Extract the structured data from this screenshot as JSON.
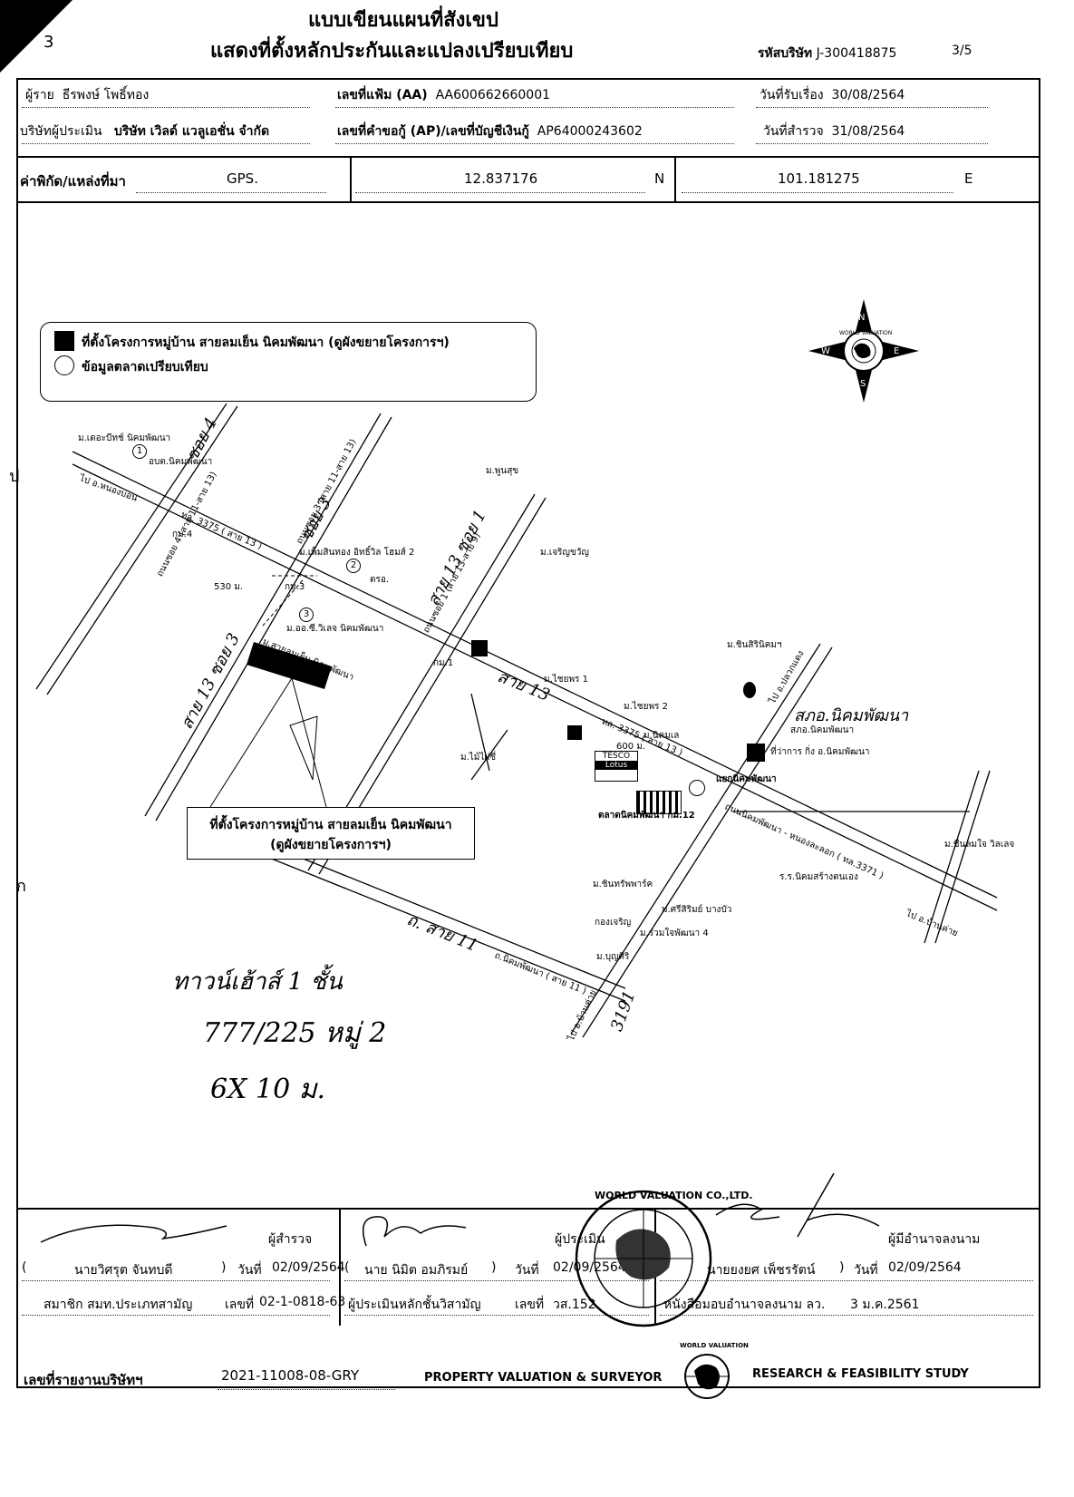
{
  "header": {
    "title_line1": "แบบเขียนแผนที่สังเขป",
    "title_line2": "แสดงที่ตั้งหลักประกันและแปลงเปรียบเทียบ",
    "company_code_label": "รหัสบริษัท",
    "company_code": "J-300418875",
    "page": "3/5",
    "corner_mark": "3"
  },
  "info": {
    "client_label": "ผู้ราย",
    "client_name": "ธีรพงษ์ โพธิ์ทอง",
    "file_no_label": "เลขที่แฟ้ม (AA)",
    "file_no": "AA600662660001",
    "received_label": "วันที่รับเรื่อง",
    "received_date": "30/08/2564",
    "appraiser_label": "บริษัทผู้ประเมิน",
    "appraiser_company": "บริษัท เวิลด์ แวลูเอชั่น จำกัด",
    "loan_label": "เลขที่คำขอกู้ (AP)/เลขที่บัญชีเงินกู้",
    "loan_no": "AP64000243602",
    "survey_label": "วันที่สำรวจ",
    "survey_date": "31/08/2564"
  },
  "coords": {
    "label": "ค่าพิกัด/แหล่งที่มา",
    "source": "GPS.",
    "lat": "12.837176",
    "lat_dir": "N",
    "lon": "101.181275",
    "lon_dir": "E"
  },
  "legend": {
    "item1": "ที่ตั้งโครงการหมู่บ้าน สายลมเย็น นิคมพัฒนา (ดูผังขยายโครงการฯ)",
    "item2": "ข้อมูลตลาดเปรียบเทียบ"
  },
  "compass": {
    "n": "N",
    "s": "S",
    "e": "E",
    "w": "W",
    "brand": "WORLD VALUATION"
  },
  "map": {
    "callout_line1": "ที่ตั้งโครงการหมู่บ้าน สายลมเย็น นิคมพัฒนา",
    "callout_line2": "(ดูผังขยายโครงการฯ)",
    "road_main": "ทล. 3375 ( สาย 13 )",
    "road_main2": "ทล. 3375 ( สาย 13 )",
    "to_nongmon": "ไป อ.หนองบอน",
    "to_bankhai": "ไป อ.บ้านค่าย",
    "to_plaakdaeng": "ไป อ.ปลวกแดง",
    "to_south": "ไป อ.บ้านค่าย",
    "poi_1": "ม.เดอะบีทช์ นิคมพัฒนา",
    "poi_obt": "อบต.นิคมพัฒนา",
    "poi_2": "ม.เพ็มสินทอง อิทธิ์วิล โฮมส์ 2",
    "poi_3": "ม.ออ.ซี.วิเลจ นิคมพัฒนา",
    "poi_km4": "กม.4",
    "poi_km3": "กม.3",
    "poi_km1": "กม.1",
    "poi_police": "ตรอ.",
    "poi_530": "530 ม.",
    "poi_project": "ม.สายลมเย็น นิคมพัฒนา",
    "poi_poonsuk": "ม.พูนสุข",
    "poi_charoen": "ม.เจริญขวัญ",
    "poi_chaiyaporn": "ม.ไชยพร 1",
    "poi_chaiyaporn2": "ม.ไชยพร 2",
    "poi_niramon": "ม.นิคมเล",
    "poi_maipao": "ม.ไม้ไผ่ซี่",
    "poi_600": "600 ม.",
    "poi_tesco": "TESCO",
    "poi_lotus": "Lotus",
    "poi_market": "ตลาดนิคมพัฒนา กม.12",
    "poi_junction": "แยกนิคมพัฒนา",
    "poi_police2": "สภอ.นิคมพัฒนา",
    "poi_district": "ที่ว่าการ กิ่ง อ.นิคมพัฒนา",
    "poi_sirinikom": "ม.ชินสิรินิคมฯ",
    "poi_school": "ร.ร.นิคมสร้างตนเอง",
    "poi_chinpark": "ม.ชินทรัพพาร์ค",
    "poi_charoen2": "กองเจริญ",
    "poi_sirirat": "ม.ศรีสิริมย์ บางบัว",
    "poi_ruamjai": "ม.ร่วมใจพัฒนา 4",
    "poi_boonsri": "ม.บุญศิริ",
    "poi_sinlom": "ม.ชื่นลมใจ วิลเลจ",
    "road_nikom11": "ถ.นิคมพัฒนา ( สาย 11 )",
    "road_nikom": "ถนนนิคมพัฒนา - หนองละลอก ( ทล.3371 )",
    "road_soi1": "ถนนซอย 1 (สาย 13-สาย 9)",
    "road_soi3": "ถนนซอย 3 (สาย 11-สาย 13)",
    "road_soi4": "ถนนซอย 4 (สาย 11-สาย 13)",
    "hw_soi4": "ซอย 4",
    "hw_soi3": "ซอย 3",
    "hw_soi1": "สาย 13 ซอย 1",
    "hw_soi7": "สาย 13 ซอย 3",
    "hw_sai13": "สาย 13",
    "hw_sai11": "ถ. สาย 11",
    "hw_police": "สภอ.นิคมพัฒนา",
    "hw_3191": "3191",
    "note_line1": "ทาวน์เฮ้าส์ 1 ชั้น",
    "note_line2": "777/225 หมู่ 2",
    "note_line3": "6X 10 ม.",
    "side_mark_1": "ป",
    "side_mark_2": "ก"
  },
  "signatures": {
    "surveyor_role": "ผู้สำรวจ",
    "surveyor_name": "นายวิศรุต จันทบดี",
    "surveyor_date_label": "วันที่",
    "surveyor_date": "02/09/2564",
    "surveyor_member": "สมาชิก สมท.ประเภทสามัญ",
    "surveyor_no_label": "เลขที่",
    "surveyor_no": "02-1-0818-63",
    "appraiser_role": "ผู้ประเมิน",
    "appraiser_name": "นาย นิมิต อมภิรมย์",
    "appraiser_date_label": "วันที่",
    "appraiser_date": "02/09/2564",
    "appraiser_level": "ผู้ประเมินหลักชั้นวิสามัญ",
    "appraiser_no_label": "เลขที่",
    "appraiser_no": "วส.152",
    "auth_role": "ผู้มีอำนาจลงนาม",
    "auth_name": "นายยงยศ เพ็ชรรัตน์",
    "auth_date_label": "วันที่",
    "auth_date": "02/09/2564",
    "auth_letter": "หนังสือมอบอำนาจลงนาม ลว.",
    "auth_letter_date": "3 ม.ค.2561",
    "stamp_text": "WORLD VALUATION CO.,LTD."
  },
  "footer": {
    "report_label": "เลขที่รายงานบริษัทฯ",
    "report_no": "2021-11008-08-GRY",
    "service_left": "PROPERTY VALUATION & SURVEYOR",
    "service_right": "RESEARCH & FEASIBILITY STUDY",
    "logo_text": "WORLD VALUATION"
  }
}
